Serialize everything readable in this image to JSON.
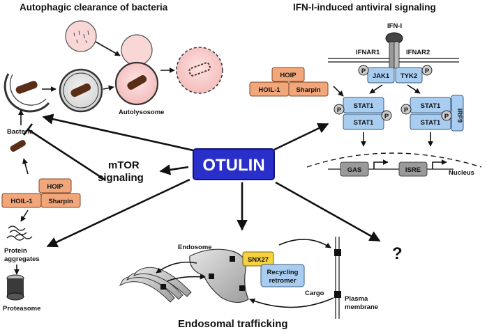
{
  "headers": {
    "autophagy": "Autophagic clearance of bacteria",
    "ifn": "IFN-I-induced antiviral signaling",
    "endosomal": "Endosomal trafficking"
  },
  "center": {
    "label": "OTULIN",
    "color": "#2b2fc9"
  },
  "autophagy": {
    "autolysosome": "Autolysosome",
    "bacteria": "Bacteria",
    "lubac_top": "HOIP",
    "lubac_left": "HOIL-1",
    "lubac_right": "Sharpin",
    "aggregates": "Protein aggregates",
    "proteasome": "Proteasome"
  },
  "mtor": {
    "line1": "mTOR",
    "line2": "signaling"
  },
  "ifn": {
    "ligand": "IFN-I",
    "receptor1": "IFNAR1",
    "receptor2": "IFNAR2",
    "jak1": "JAK1",
    "tyk2": "TYK2",
    "stat1": "STAT1",
    "irf9": "IRF9",
    "phospho": "P",
    "gas": "GAS",
    "isre": "ISRE",
    "nucleus": "Nucleus",
    "lubac_top": "HOIP",
    "lubac_left": "HOIL-1",
    "lubac_right": "Sharpin"
  },
  "endo": {
    "endosome": "Endosome",
    "snx27": "SNX27",
    "retromer1": "Recycling",
    "retromer2": "retromer",
    "cargo": "Cargo",
    "membrane1": "Plasma",
    "membrane2": "membrane"
  },
  "unknown": "?",
  "colors": {
    "orange": "#f2a77b",
    "blue": "#a9cdf0",
    "yellow": "#f7d23e",
    "pink": "#f7c9c9"
  }
}
